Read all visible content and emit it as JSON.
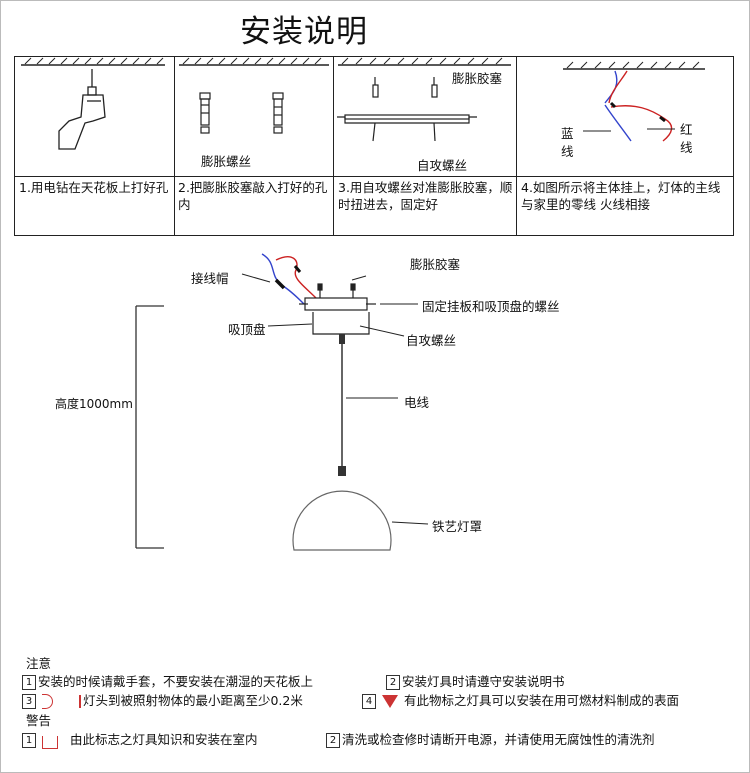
{
  "title": "安装说明",
  "steps": [
    {
      "text": "1.用电钻在天花板上打好孔"
    },
    {
      "text": "2.把膨胀胶塞敲入打好的孔内"
    },
    {
      "text": "3.用自攻螺丝对准膨胀胶塞，顺时扭进去，固定好"
    },
    {
      "text": "4.如图所示将主体挂上，灯体的主线与家里的零线 火线相接"
    }
  ],
  "step_labels": {
    "expansion_screw": "膨胀螺丝",
    "expansion_plug": "膨胀胶塞",
    "self_tapping_screw": "自攻螺丝",
    "blue_wire": "蓝\n线",
    "red_wire": "红\n线"
  },
  "diagram_labels": {
    "wire_cap": "接线帽",
    "expansion_plug": "膨胀胶塞",
    "fixing_screw": "固定挂板和吸顶盘的螺丝",
    "ceiling_plate": "吸顶盘",
    "self_tapping_screw": "自攻螺丝",
    "height": "高度1000mm",
    "cable": "电线",
    "shade": "铁艺灯罩"
  },
  "notes": {
    "heading": "注意",
    "items": [
      {
        "num": "1",
        "text": "安装的时候请戴手套，不要安装在潮湿的天花板上"
      },
      {
        "num": "2",
        "text": "安装灯具时请遵守安装说明书"
      },
      {
        "num": "3",
        "text": "灯头到被照射物体的最小距离至少0.2米"
      },
      {
        "num": "4",
        "text": "有此物标之灯具可以安装在用可燃材料制成的表面"
      }
    ]
  },
  "warnings": {
    "heading": "警告",
    "items": [
      {
        "num": "1",
        "text": "由此标志之灯具知识和安装在室内"
      },
      {
        "num": "2",
        "text": "清洗或检查修时请断开电源，并请使用无腐蚀性的清洗剂"
      }
    ]
  },
  "colors": {
    "blue_wire": "#3344cc",
    "red_wire": "#cc2222"
  }
}
